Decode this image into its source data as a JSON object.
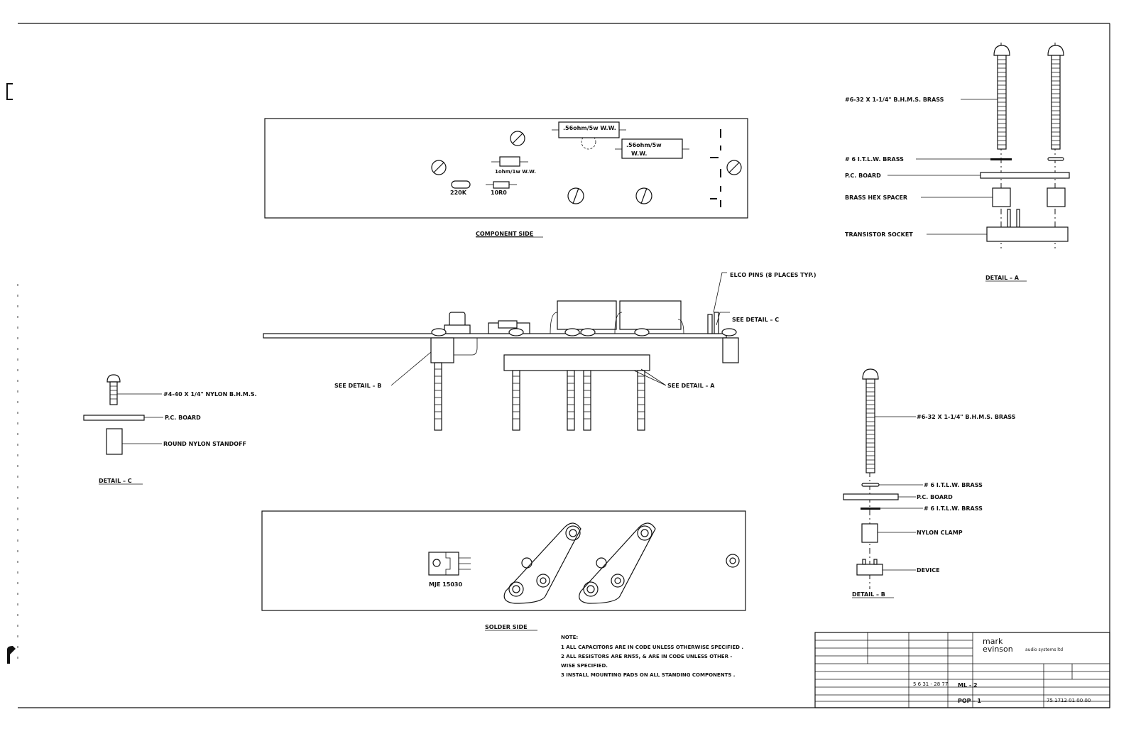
{
  "component_side": {
    "title": "COMPONENT SIDE",
    "labels": {
      "r1": ".56ohm/5w  W.W.",
      "r2a": ".56ohm/5w",
      "r2b": "W.W.",
      "r3": "1ohm/1w  W.W.",
      "r4": "220K",
      "r5": "10R0"
    }
  },
  "side_view": {
    "elco_pins": "ELCO PINS (8 PLACES TYP.)",
    "see_detail_c": "SEE DETAIL – C",
    "see_detail_b": "SEE DETAIL – B",
    "see_detail_a": "SEE DETAIL – A"
  },
  "solder_side": {
    "title": "SOLDER SIDE",
    "part": "MJE 15030"
  },
  "detail_a": {
    "title": "DETAIL – A",
    "screw": "#6-32 X 1-1/4\" B.H.M.S.  BRASS",
    "washer": "# 6 I.T.L.W. BRASS",
    "board": "P.C. BOARD",
    "spacer": "BRASS  HEX  SPACER",
    "socket": "TRANSISTOR  SOCKET"
  },
  "detail_b": {
    "title": "DETAIL – B",
    "screw": "#6-32 X 1-1/4\"  B.H.M.S.  BRASS",
    "washer1": "# 6  I.T.L.W. BRASS",
    "board": "P.C. BOARD",
    "washer2": "# 6  I.T.L.W. BRASS",
    "clamp": "NYLON  CLAMP",
    "device": "DEVICE"
  },
  "detail_c": {
    "title": "DETAIL – C",
    "screw": "#4-40 X 1/4\"  NYLON  B.H.M.S.",
    "board": "P.C. BOARD",
    "standoff": "ROUND NYLON STANDOFF"
  },
  "notes": {
    "heading": "NOTE:",
    "lines": [
      "1  ALL  CAPACITORS  ARE  IN  CODE  UNLESS  OTHERWISE  SPECIFIED .",
      "2  ALL  RESISTORS  ARE  RN55, & ARE  IN  CODE  UNLESS  OTHER -",
      "    WISE  SPECIFIED.",
      "3  INSTALL  MOUNTING  PADS  ON  ALL  STANDING  COMPONENTS ."
    ]
  },
  "title_block": {
    "logo_line1": "mark",
    "logo_line2": "evinson",
    "company": "audio systems ltd",
    "model": "ML - 2",
    "assembly": "POP - 1",
    "drawing_number": "75 1712 01 00 00",
    "date": "5 6  31 - 28 77"
  }
}
